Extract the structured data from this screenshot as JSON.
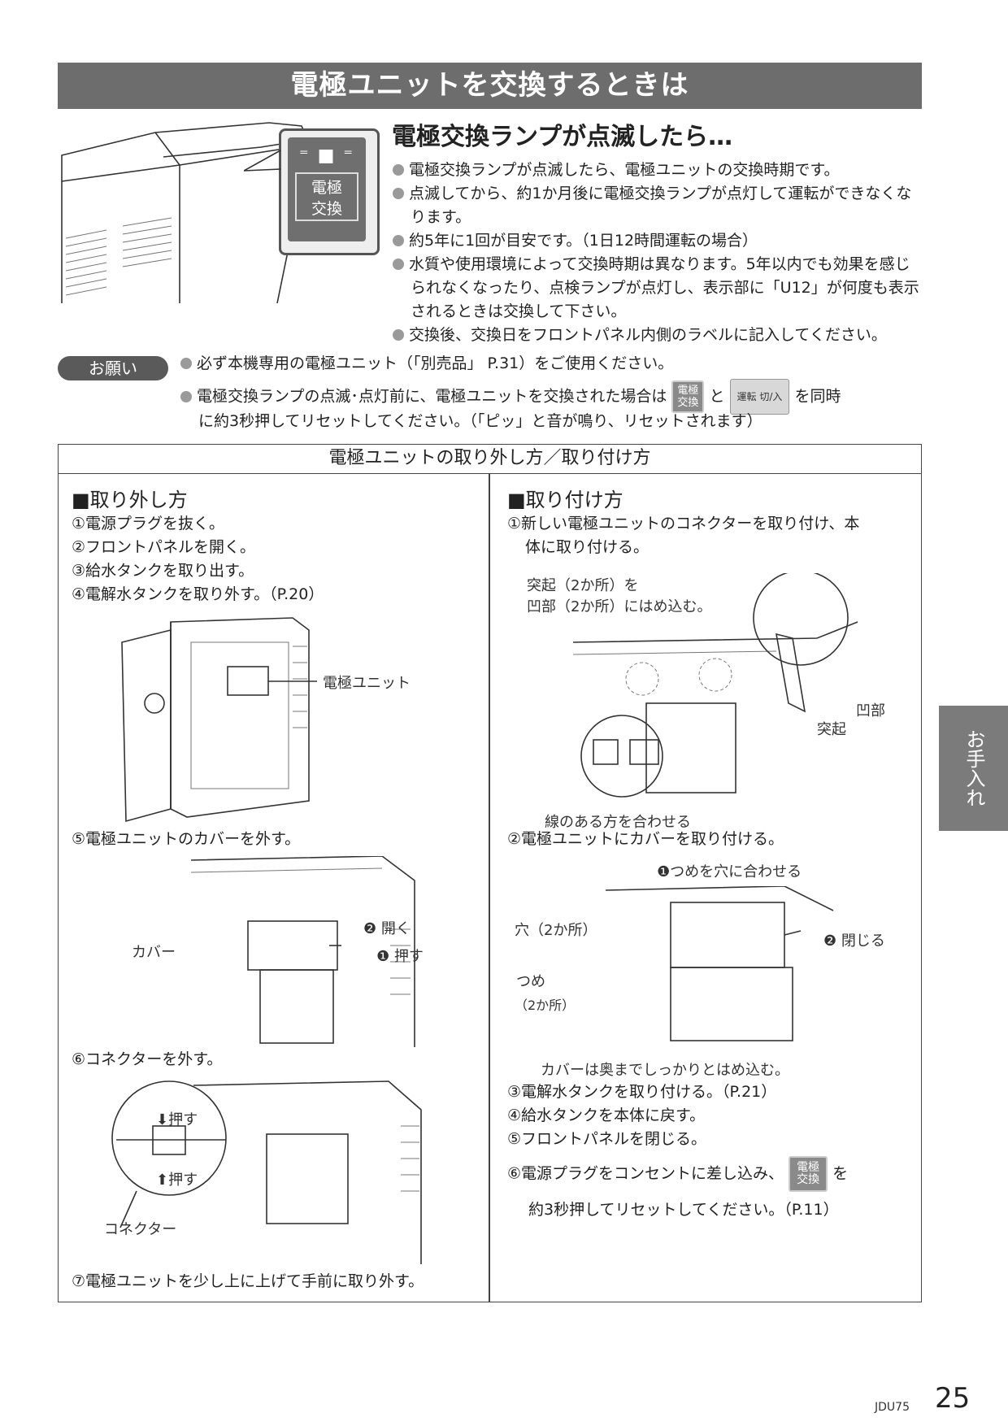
{
  "header": {
    "title": "電極ユニットを交換するときは"
  },
  "lamp": {
    "subtitle": "電極交換ランプが点滅したら…",
    "lamp_label": "電極\n交換",
    "bullets": [
      "電極交換ランプが点滅したら、電極ユニットの交換時期です。",
      "点滅してから、約1か月後に電極交換ランプが点灯して運転ができなくなります。",
      "約5年に1回が目安です。（1日12時間運転の場合）",
      "水質や使用環境によって交換時期は異なります。5年以内でも効果を感じられなくなったり、点検ランプが点灯し、表示部に「U12」が何度も表示されるときは交換して下さい。",
      "交換後、交換日をフロントパネル内側のラベルに記入してください。"
    ]
  },
  "request": {
    "badge": "お願い",
    "line1": "必ず本機専用の電極ユニット（「別売品」 P.31）をご使用ください。",
    "line2_a": "電極交換ランプの点滅･点灯前に、電極ユニットを交換された場合は",
    "key1": "電極\n交換",
    "line2_b": "と",
    "key2": "運転 切/入",
    "line2_c": "を同時",
    "line3": "に約3秒押してリセットしてください。（「ピッ」と音が鳴り、リセットされます）"
  },
  "box": {
    "header": "電極ユニットの取り外し方／取り付け方",
    "remove": {
      "title": "■取り外し方",
      "steps": [
        "①電源プラグを抜く。",
        "②フロントパネルを開く。",
        "③給水タンクを取り出す。",
        "④電解水タンクを取り外す。（P.20）"
      ],
      "fig1_label": "電極ユニット",
      "step5": "⑤電極ユニットのカバーを外す。",
      "fig2_cover": "カバー",
      "fig2_open": "❷ 開く",
      "fig2_push": "❶ 押す",
      "step6": "⑥コネクターを外す。",
      "fig3_push_top": "押す",
      "fig3_push_bottom": "押す",
      "fig3_connector": "コネクター",
      "step7": "⑦電極ユニットを少し上に上げて手前に取り外す。"
    },
    "install": {
      "title": "■取り付け方",
      "step1_a": "①新しい電極ユニットのコネクターを取り付け、本",
      "step1_b": "体に取り付ける。",
      "fig1_note_a": "突起（2か所）を",
      "fig1_note_b": "凹部（2か所）にはめ込む。",
      "fig1_bump": "突起",
      "fig1_recess": "凹部",
      "fig1_line": "線のある方を合わせる",
      "step2": "②電極ユニットにカバーを取り付ける。",
      "fig2_claw_hole": "❶つめを穴に合わせる",
      "fig2_hole": "穴（2か所）",
      "fig2_close": "❷ 閉じる",
      "fig2_claw": "つめ",
      "fig2_claw_count": "（2か所）",
      "fig2_caption": "カバーは奥までしっかりとはめ込む。",
      "step3": "③電解水タンクを取り付ける。（P.21）",
      "step4": "④給水タンクを本体に戻す。",
      "step5": "⑤フロントパネルを閉じる。",
      "step6_a": "⑥電源プラグをコンセントに差し込み、",
      "step6_key": "電極\n交換",
      "step6_b": "を",
      "step6_c": "約3秒押してリセットしてください。（P.11）"
    }
  },
  "side_tab": "お手入れ",
  "footer": {
    "code": "JDU75",
    "page": "25"
  }
}
